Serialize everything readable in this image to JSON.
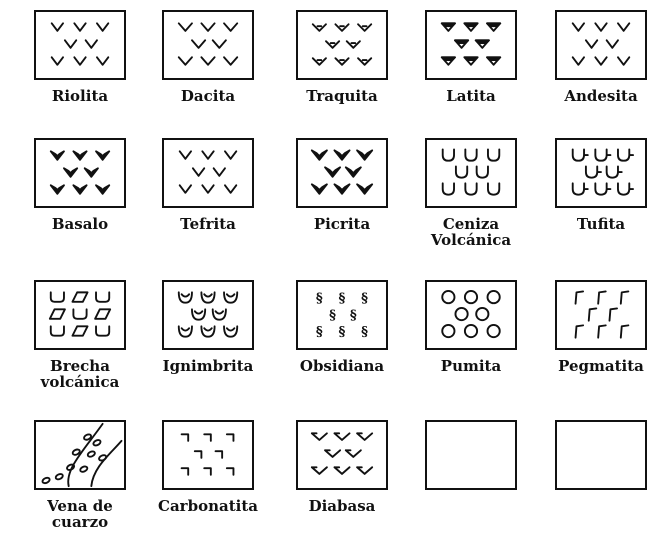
{
  "legend": [
    {
      "id": "riolita",
      "label": "Riolita",
      "icon": "v-small-icon",
      "rows": [
        3,
        2,
        3
      ]
    },
    {
      "id": "dacita",
      "label": "Dacita",
      "icon": "v-heavy-icon",
      "rows": [
        3,
        2,
        3
      ]
    },
    {
      "id": "traquita",
      "label": "Traquita",
      "icon": "v-dot-icon",
      "rows": [
        3,
        2,
        3
      ]
    },
    {
      "id": "latita",
      "label": "Latita",
      "icon": "triangle-filled-icon",
      "rows": [
        3,
        2,
        3
      ]
    },
    {
      "id": "andesita",
      "label": "Andesita",
      "icon": "v-small-icon",
      "rows": [
        3,
        2,
        3
      ]
    },
    {
      "id": "basalo",
      "label": "Basalo",
      "icon": "v-filled-icon",
      "rows": [
        3,
        2,
        3
      ]
    },
    {
      "id": "tefrita",
      "label": "Tefrita",
      "icon": "v-small-icon",
      "rows": [
        3,
        2,
        3
      ]
    },
    {
      "id": "picrita",
      "label": "Picrita",
      "icon": "v-bold-icon",
      "rows": [
        3,
        2,
        3
      ]
    },
    {
      "id": "ceniza",
      "label": "Ceniza\nVolcánica",
      "icon": "u-shape-icon",
      "rows": [
        3,
        2,
        3
      ]
    },
    {
      "id": "tufita",
      "label": "Tufita",
      "icon": "u-dash-icon",
      "rows": [
        3,
        2,
        3
      ]
    },
    {
      "id": "brecha",
      "label": "Brecha\nvolcánica",
      "icon": "u-parallelogram-icon",
      "rows": [
        3,
        3,
        3
      ]
    },
    {
      "id": "ignimbrita",
      "label": "Ignimbrita",
      "icon": "u-cup-icon",
      "rows": [
        3,
        2,
        3
      ]
    },
    {
      "id": "obsidiana",
      "label": "Obsidiana",
      "icon": "section-sign-icon",
      "rows": [
        3,
        2,
        3
      ]
    },
    {
      "id": "pumita",
      "label": "Pumita",
      "icon": "circle-icon",
      "rows": [
        3,
        2,
        3
      ]
    },
    {
      "id": "pegmatita",
      "label": "Pegmatita",
      "icon": "hook-icon",
      "rows": [
        3,
        2,
        3
      ]
    },
    {
      "id": "vena",
      "label": "Vena de\ncuarzo",
      "icon": "vein-icon",
      "rows": []
    },
    {
      "id": "carbonatita",
      "label": "Carbonatita",
      "icon": "hook-down-icon",
      "rows": [
        3,
        2,
        3
      ]
    },
    {
      "id": "diabasa",
      "label": "Diabasa",
      "icon": "v-wing-icon",
      "rows": [
        3,
        2,
        3
      ]
    },
    {
      "id": "blank1",
      "label": "",
      "icon": "empty-icon",
      "rows": []
    },
    {
      "id": "blank2",
      "label": "",
      "icon": "empty-icon",
      "rows": []
    }
  ],
  "glyph_text": {
    "section": "§"
  }
}
